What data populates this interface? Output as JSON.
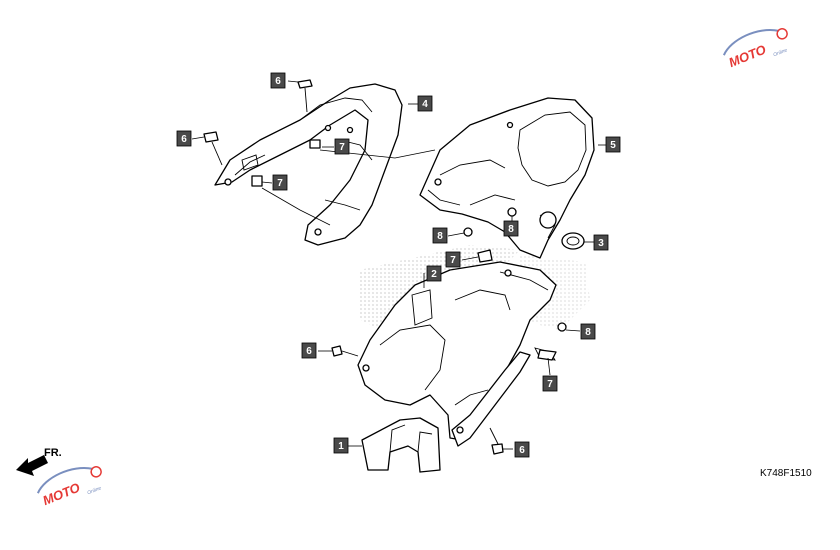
{
  "figure_code": "K748F1510",
  "front_label": "FR.",
  "watermark": {
    "text": "MOTO",
    "sub": "Online"
  },
  "callouts": [
    {
      "id": "c1",
      "num": "1"
    },
    {
      "id": "c2",
      "num": "2"
    },
    {
      "id": "c3",
      "num": "3"
    },
    {
      "id": "c4",
      "num": "4"
    },
    {
      "id": "c5",
      "num": "5"
    },
    {
      "id": "c6a",
      "num": "6"
    },
    {
      "id": "c6b",
      "num": "6"
    },
    {
      "id": "c6c",
      "num": "6"
    },
    {
      "id": "c6d",
      "num": "6"
    },
    {
      "id": "c7a",
      "num": "7"
    },
    {
      "id": "c7b",
      "num": "7"
    },
    {
      "id": "c7c",
      "num": "7"
    },
    {
      "id": "c7d",
      "num": "7"
    },
    {
      "id": "c8a",
      "num": "8"
    },
    {
      "id": "c8b",
      "num": "8"
    },
    {
      "id": "c8c",
      "num": "8"
    }
  ],
  "colors": {
    "callout_fill": "#4a4a4a",
    "watermark": "#e53935"
  }
}
